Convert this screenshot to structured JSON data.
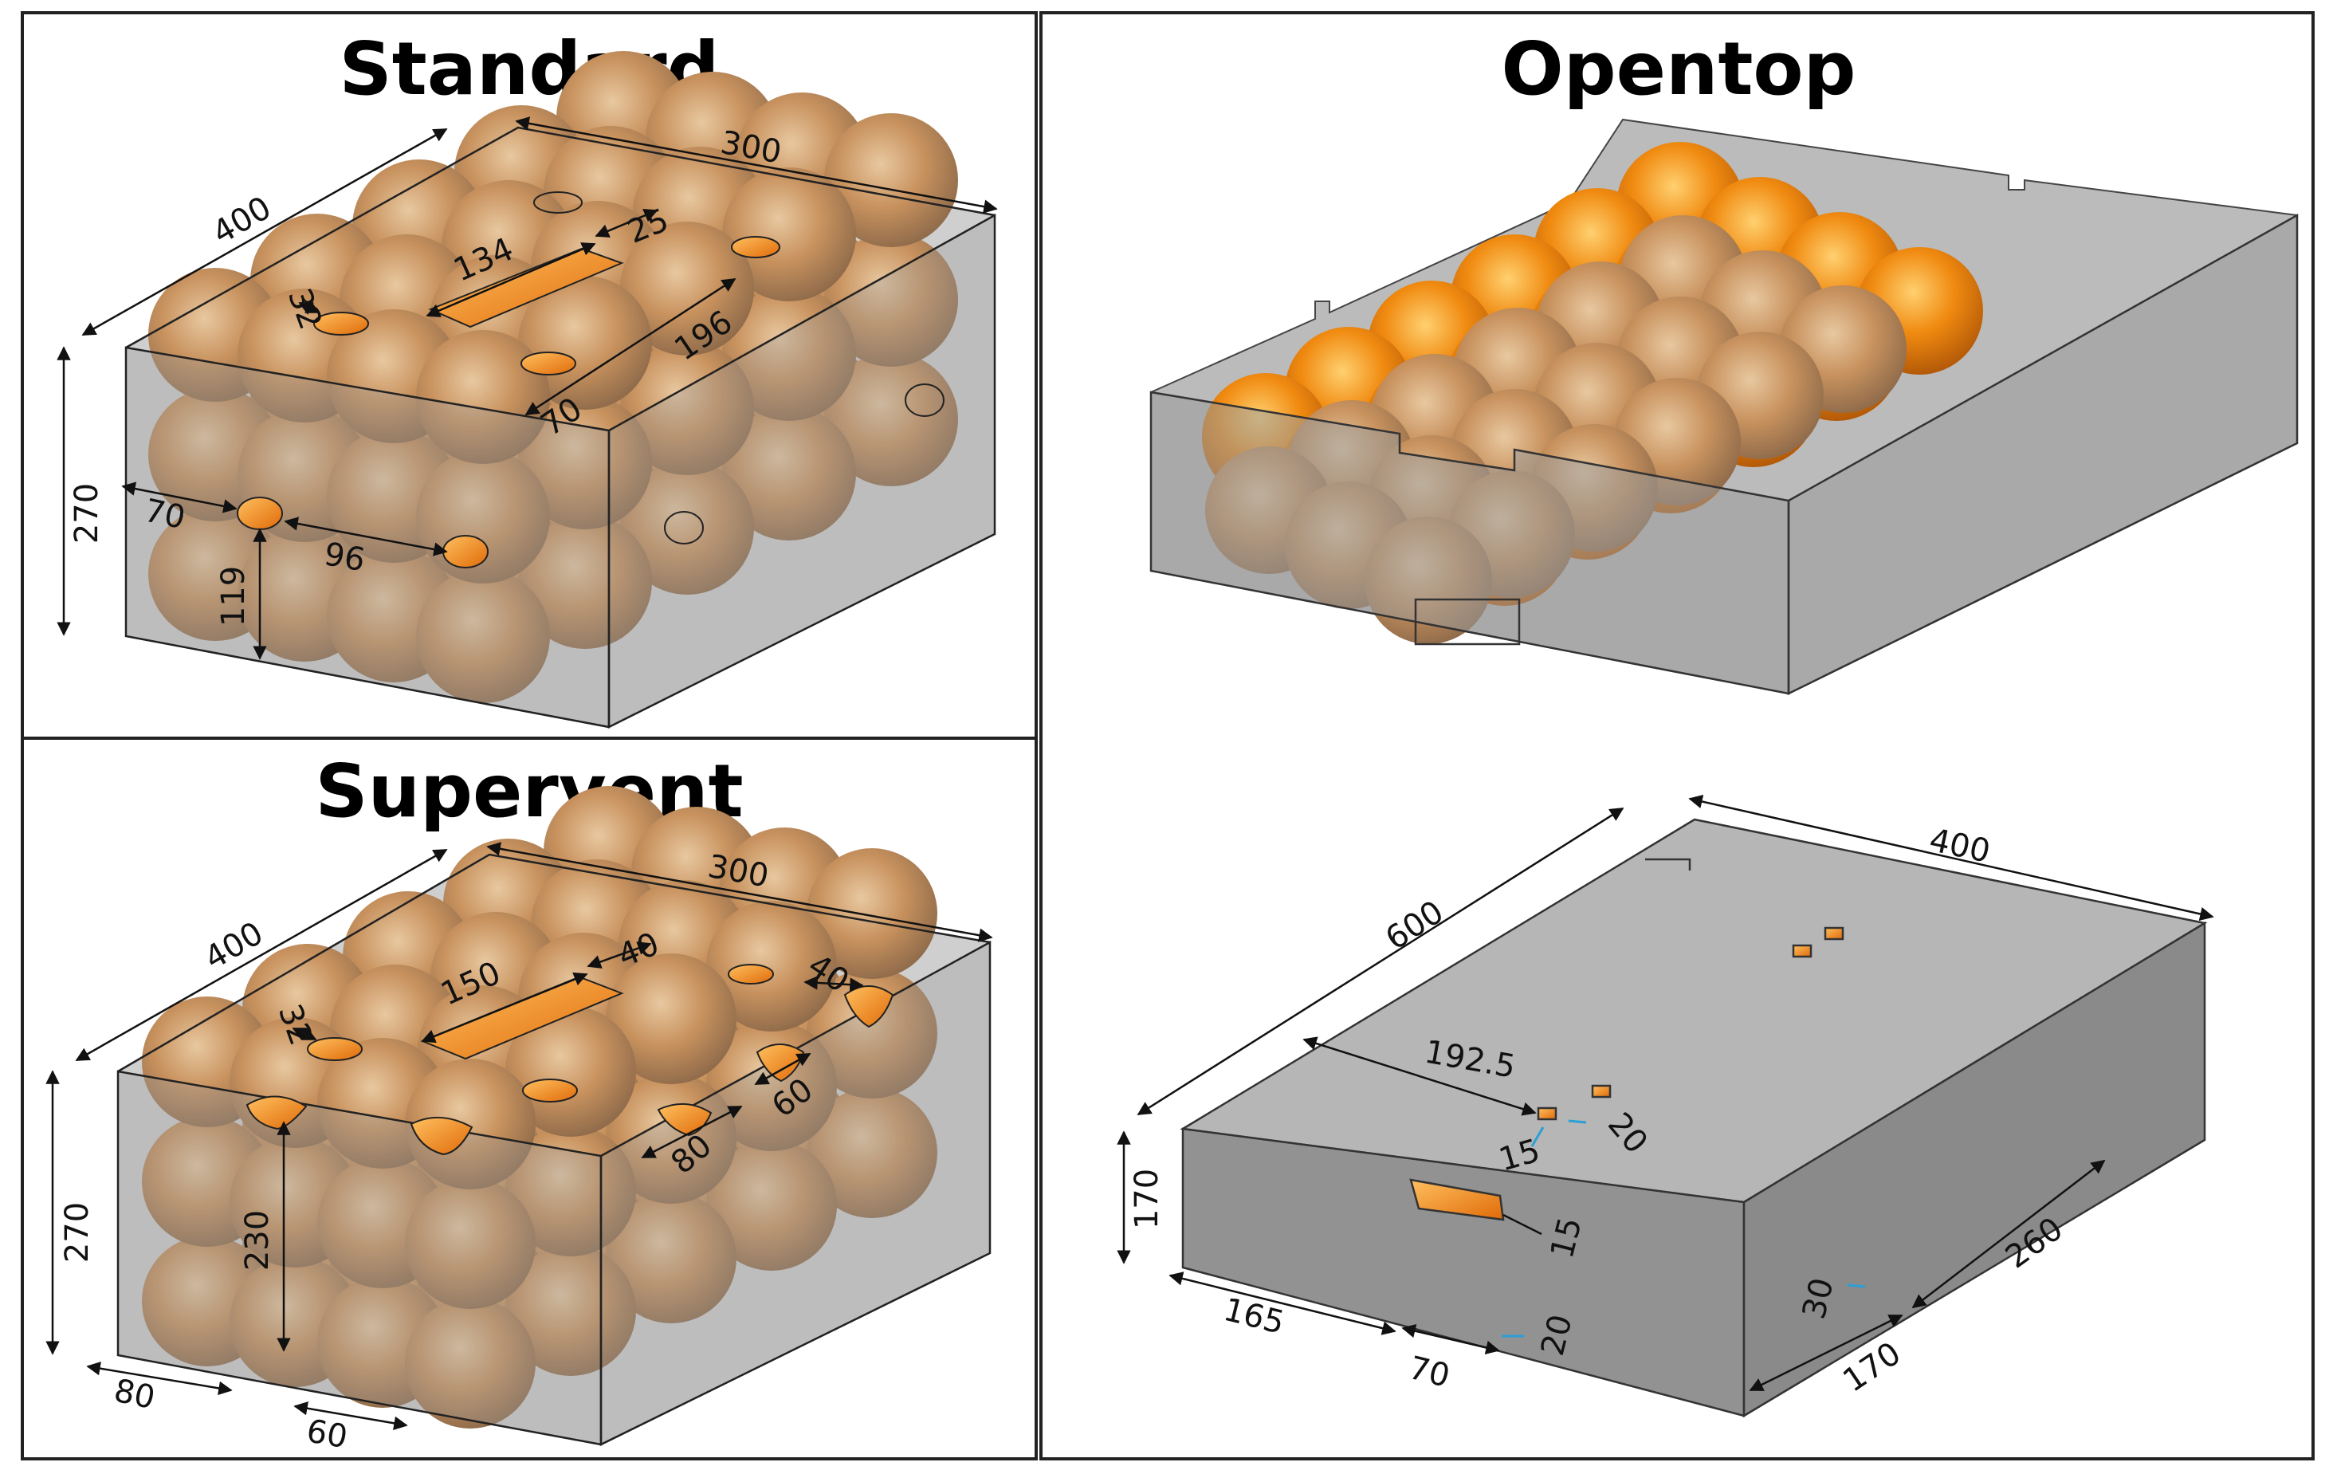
{
  "panels": {
    "standard": {
      "title": "Standard",
      "dims": {
        "length": "400",
        "width": "300",
        "height": "270",
        "slot_len": "134",
        "slot_w": "25",
        "circle_d": "32",
        "slot_x": "196",
        "slot_off": "70",
        "side_off": "70",
        "side_gap": "96",
        "side_h": "119"
      }
    },
    "supervent": {
      "title": "Supervent",
      "dims": {
        "length": "400",
        "width": "300",
        "height": "270",
        "slot_len": "150",
        "slot_w": "40",
        "circle_d": "32",
        "corner_w": "40",
        "corner_d": "60",
        "corner_off": "80",
        "side_h": "230",
        "bot_off": "80",
        "bot_w": "60"
      }
    },
    "opentop": {
      "title": "Opentop",
      "dims": {
        "length": "600",
        "width": "400",
        "height": "170",
        "hole_off": "192.5",
        "hole_w": "20",
        "hole_h": "15",
        "slot_h": "15",
        "bot_off": "165",
        "bot_w": "70",
        "bot_h": "20",
        "end_off": "260",
        "end_w": "170",
        "end_h": "30"
      }
    }
  },
  "colors": {
    "ball": "#e8891d",
    "box": "#9a9a9a",
    "solid_top": "#b4b4b4",
    "solid_side": "#8c8c8c",
    "line": "#111111"
  }
}
